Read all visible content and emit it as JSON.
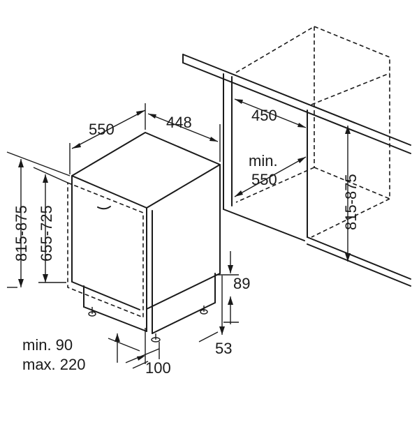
{
  "labels": {
    "dim_depth": "550",
    "dim_width": "448",
    "dim_niche_width": "450",
    "dim_niche_depth_prefix": "min.",
    "dim_niche_depth_value": "550",
    "dim_niche_height": "815-875",
    "dim_total_height": "815-875",
    "dim_door_height": "655-725",
    "dim_plinth_top": "89",
    "dim_plinth_bottom": "53",
    "dim_plinth_gap_min": "min. 90",
    "dim_plinth_gap_max": "max. 220",
    "dim_plinth_depth": "100"
  }
}
